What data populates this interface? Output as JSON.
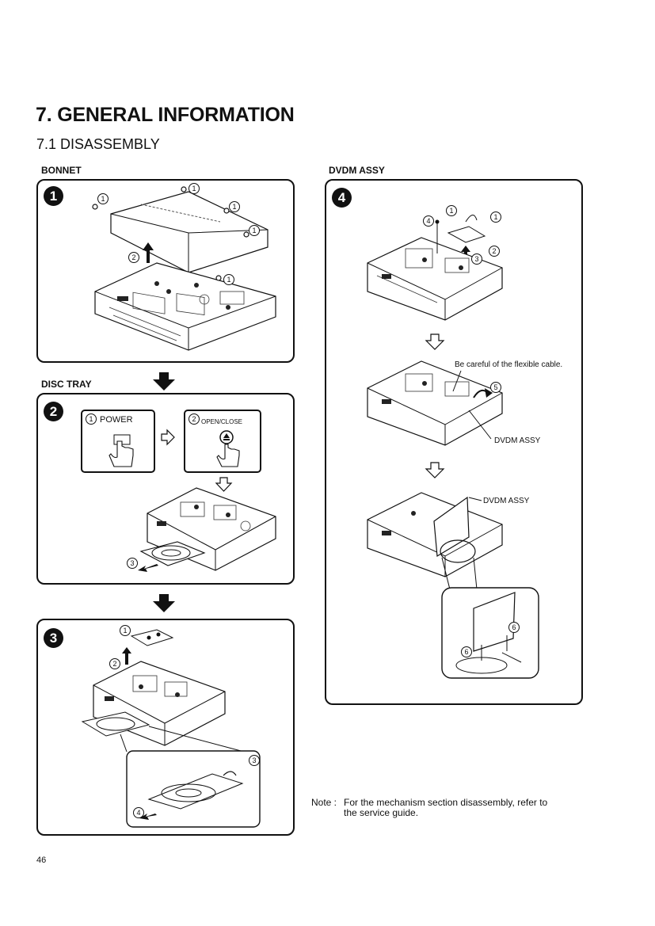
{
  "heading": "7. GENERAL INFORMATION",
  "subheading": "7.1 DISASSEMBLY",
  "sections": {
    "bonnet": "BONNET",
    "disc_tray": "DISC TRAY",
    "dvdm_assy": "DVDM ASSY"
  },
  "steps": {
    "s1": "1",
    "s2": "2",
    "s3": "3",
    "s4": "4"
  },
  "callouts": {
    "c1": "1",
    "c2": "2",
    "c3": "3",
    "c4": "4",
    "c5": "5",
    "c6": "6"
  },
  "disc_tray_panel": {
    "power_label": "POWER",
    "open_close_label": "OPEN/CLOSE"
  },
  "dvdm_panel": {
    "caution": "Be careful of the flexible cable.",
    "label_a": "DVDM ASSY",
    "label_b": "DVDM ASSY"
  },
  "note": {
    "prefix": "Note :",
    "line1": "For the mechanism section disassembly, refer to",
    "line2": "the service guide."
  },
  "page_number": "46",
  "icons": [
    "down-arrow-icon",
    "right-hollow-arrow-icon",
    "down-hollow-arrow-icon",
    "pointing-hand-icon",
    "eject-icon",
    "screw-icon",
    "up-arrow-icon"
  ]
}
